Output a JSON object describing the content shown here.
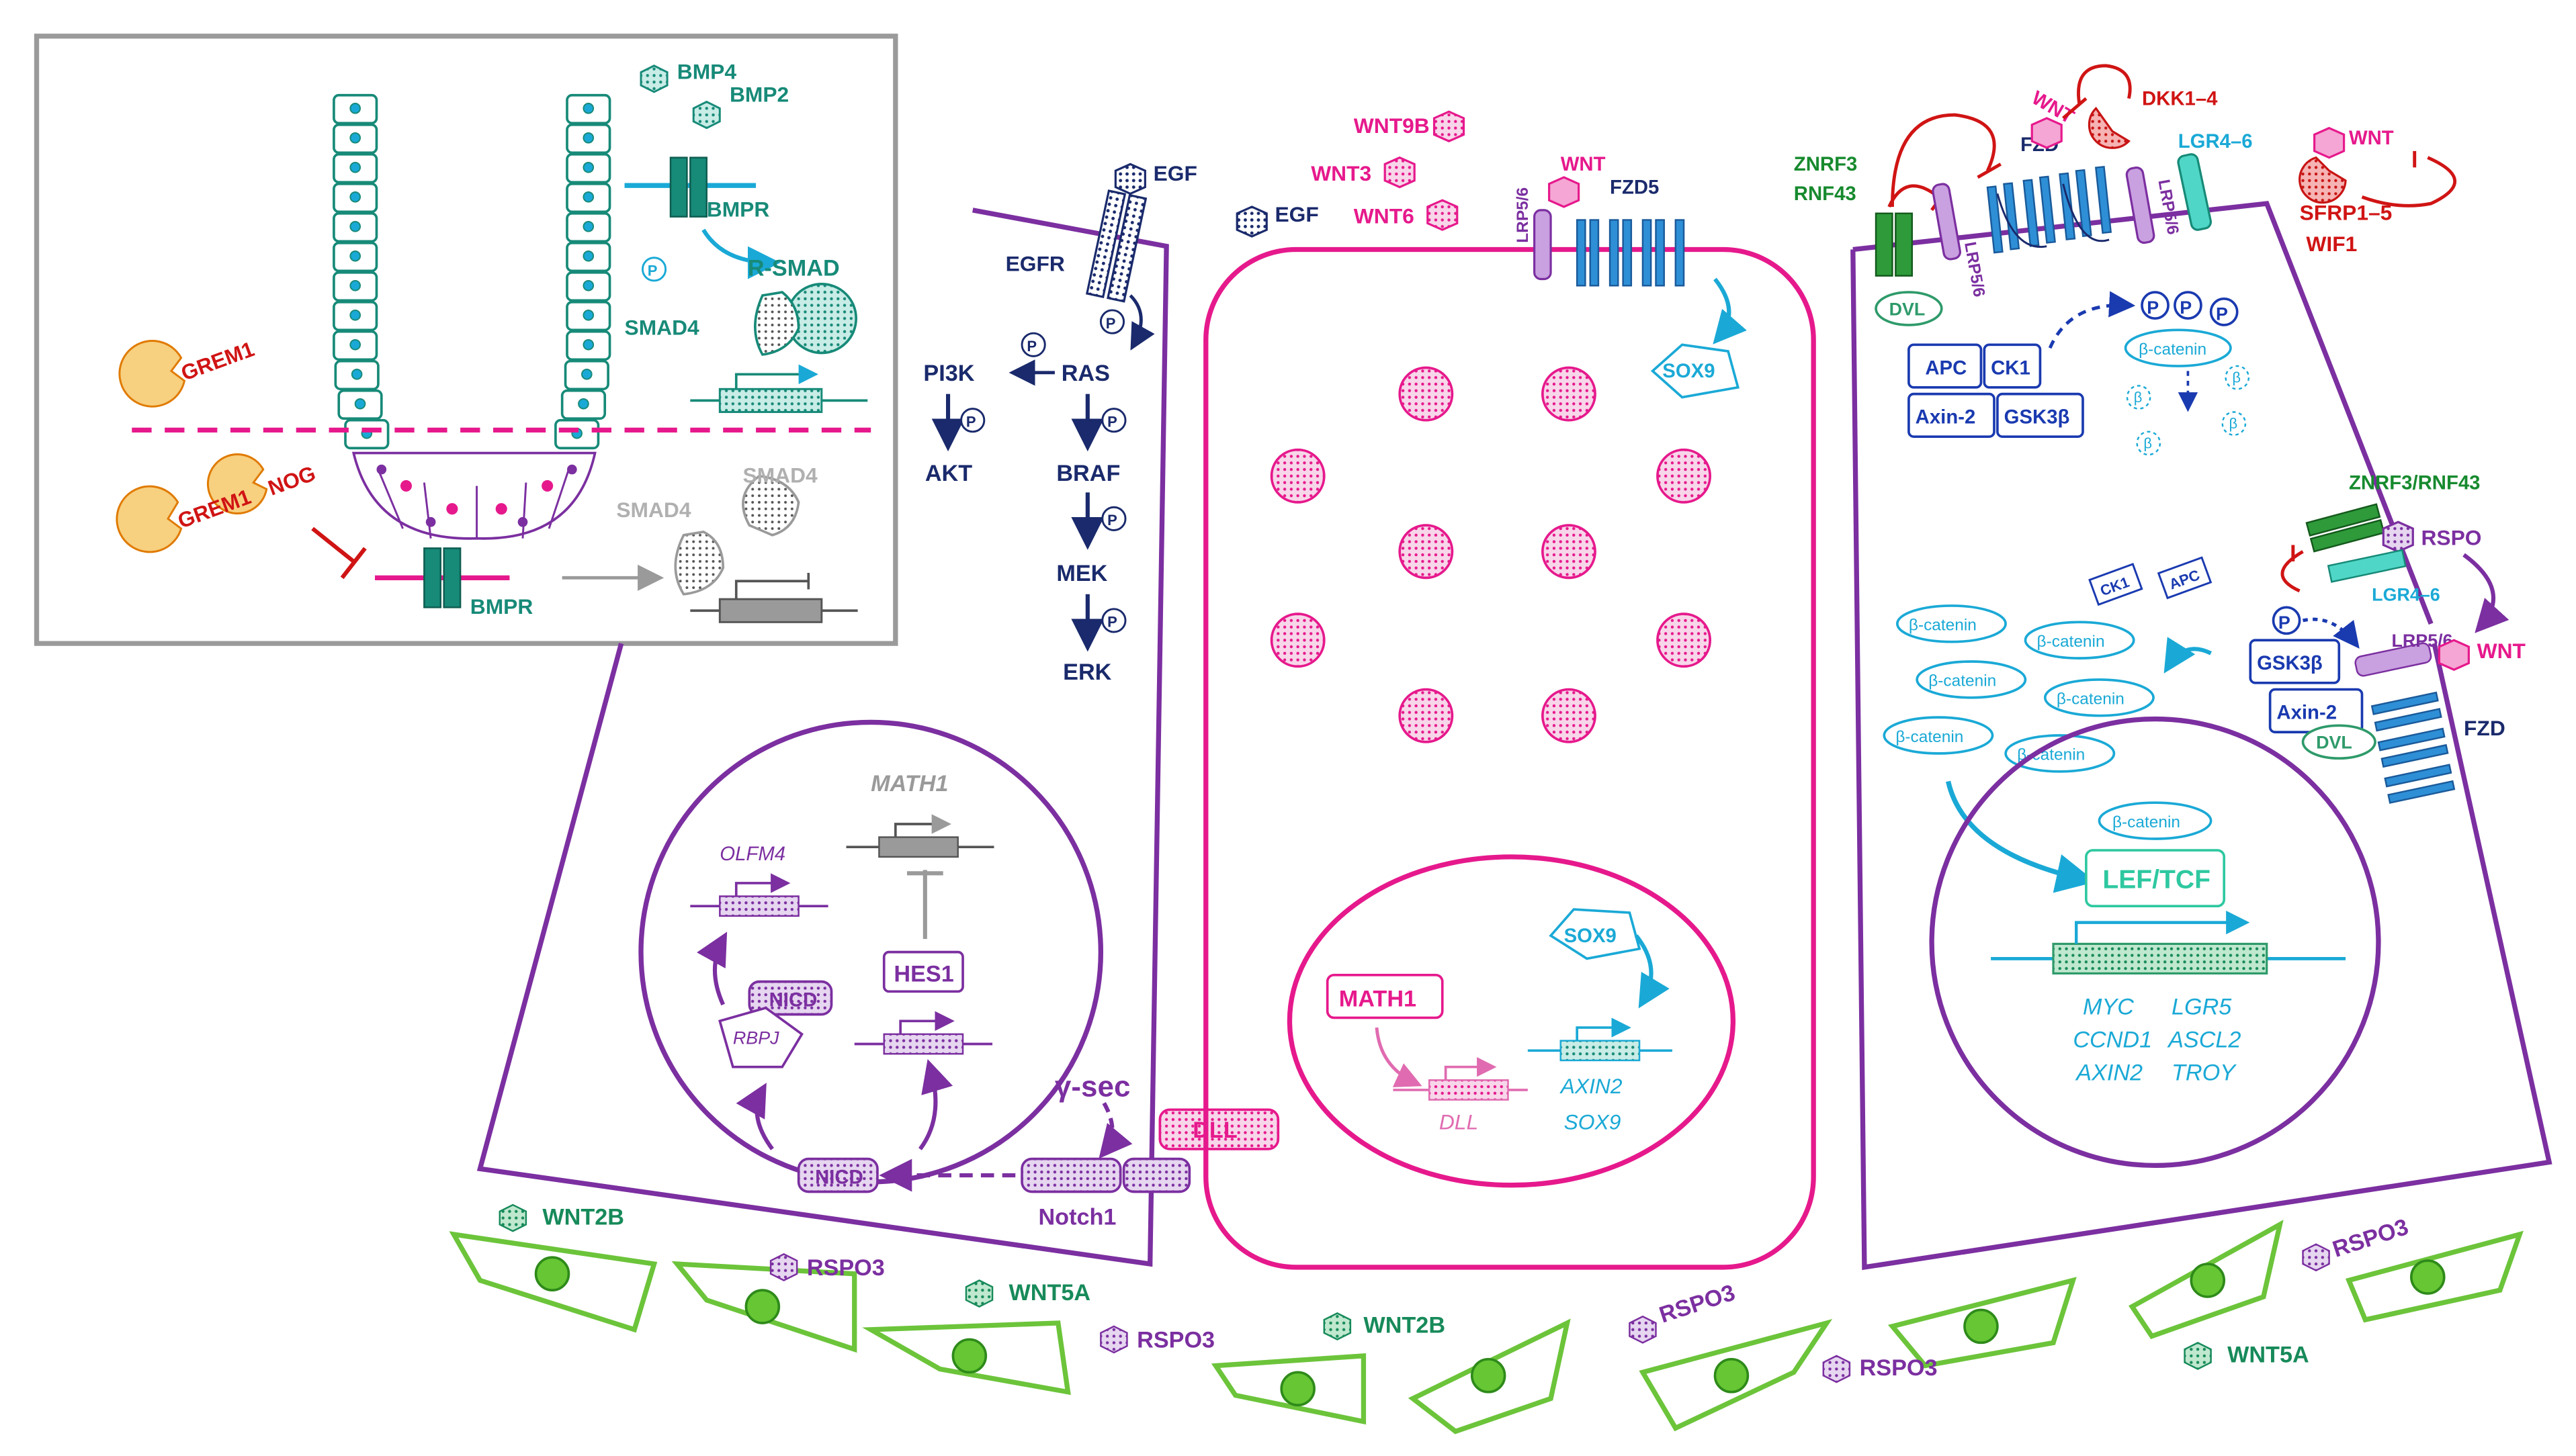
{
  "colors": {
    "teal": "#178a78",
    "magenta": "#e6198c",
    "purple": "#7b2fa0",
    "navy": "#1a2a6c",
    "cyan": "#1aa9d6",
    "red": "#e01b1b",
    "green": "#2e8a2e",
    "grey": "#9a9a9a",
    "lime": "#6cc43a"
  },
  "inset": {
    "bmp4": "BMP4",
    "bmp2": "BMP2",
    "bmpr_top": "BMPR",
    "r_smad": "R-SMAD",
    "smad4": "SMAD4",
    "grem1_a": "GREM1",
    "nog": "NOG",
    "grem1_b": "GREM1",
    "bmpr_bottom": "BMPR",
    "smad4_grey_a": "SMAD4",
    "smad4_grey_b": "SMAD4",
    "p": "P"
  },
  "egf": {
    "egf_a": "EGF",
    "egf_b": "EGF",
    "egfr": "EGFR",
    "ras": "RAS",
    "pi3k": "PI3K",
    "akt": "AKT",
    "braf": "BRAF",
    "mek": "MEK",
    "erk": "ERK",
    "p": "P"
  },
  "notch": {
    "math1": "MATH1",
    "olfm4": "OLFM4",
    "hes1": "HES1",
    "nicd_a": "NICD",
    "nicd_b": "NICD",
    "rbpj": "RBPJ",
    "gamma_sec": "γ-sec",
    "notch1": "Notch1",
    "dll": "DLL"
  },
  "paneth": {
    "wnt9b": "WNT9B",
    "wnt3": "WNT3",
    "wnt6": "WNT6",
    "wnt": "WNT",
    "lrp": "LRP5/6",
    "fzd5": "FZD5",
    "sox9_a": "SOX9",
    "sox9_b": "SOX9",
    "math1": "MATH1",
    "dll": "DLL",
    "axin2": "AXIN2",
    "sox9_gene": "SOX9"
  },
  "wnt_off": {
    "znrf3": "ZNRF3",
    "rnf43": "RNF43",
    "wnt": "WNT",
    "dkk": "DKK1–4",
    "fzd": "FZD",
    "lgr": "LGR4–6",
    "lrp_a": "LRP5/6",
    "lrp_b": "LRP5/6",
    "wnt_sfrp": "WNT",
    "sfrp": "SFRP1–5",
    "wif1": "WIF1",
    "dvl": "DVL",
    "apc": "APC",
    "ck1": "CK1",
    "axin2": "Axin-2",
    "gsk3b": "GSK3β",
    "beta_catenin": "β-catenin",
    "beta": "β",
    "p": "P"
  },
  "wnt_on": {
    "znrf3_rnf43": "ZNRF3/RNF43",
    "rspo": "RSPO",
    "lgr": "LGR4–6",
    "lrp": "LRP5/6",
    "wnt": "WNT",
    "fzd": "FZD",
    "gsk3b": "GSK3β",
    "axin2": "Axin-2",
    "dvl": "DVL",
    "ck1": "CK1",
    "apc": "APC",
    "beta_catenin": "β-catenin",
    "lef_tcf": "LEF/TCF",
    "genes": [
      "MYC",
      "LGR5",
      "CCND1",
      "ASCL2",
      "AXIN2",
      "TROY"
    ],
    "p": "P"
  },
  "stroma": {
    "wnt2b_a": "WNT2B",
    "rspo3_a": "RSPO3",
    "wnt5a_a": "WNT5A",
    "rspo3_b": "RSPO3",
    "wnt2b_b": "WNT2B",
    "rspo3_c": "RSPO3",
    "rspo3_d": "RSPO3",
    "rspo3_e": "RSPO3",
    "wnt5a_b": "WNT5A"
  }
}
